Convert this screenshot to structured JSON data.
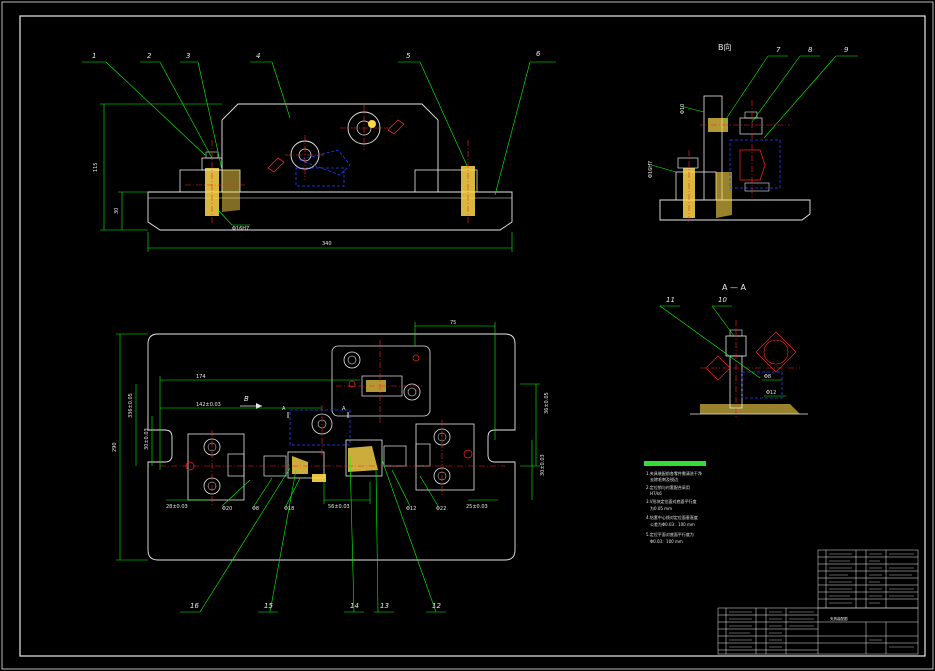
{
  "balloons": {
    "b1": "1",
    "b2": "2",
    "b3": "3",
    "b4": "4",
    "b5": "5",
    "b6": "6",
    "b7": "7",
    "b8": "8",
    "b9": "9",
    "b10": "10",
    "b11": "11",
    "b12": "12",
    "b13": "13",
    "b14": "14",
    "b15": "15",
    "b16": "16"
  },
  "views": {
    "b_view": "B向",
    "section_aa": "A — A",
    "section_mark": "A",
    "b_arrow": "B"
  },
  "dims": {
    "overall_length": "340",
    "height_total": "115",
    "height_base": "30",
    "top_width": "75",
    "dim_174": "174",
    "dim_142": "142±0.03",
    "width_290": "290",
    "dim_336": "336±0.05",
    "dim_30": "30±0.03",
    "dim_56": "56±0.03",
    "dim_25": "25±0.03",
    "dim_28": "28±0.03",
    "right_v": "36±0.05",
    "right_low": "30±0.03",
    "fit_left": "Φ16H7",
    "fit_a": "Φ20",
    "fit_b": "Φ10",
    "fit_c": "Φ8",
    "fit_d": "Φ12",
    "fit_e": "Φ18",
    "fit_f": "Φ22"
  },
  "notes": [
    "1.夹具装配前各零件需清洗干净",
    "去除毛刺及锐边",
    "2.定位销与衬套配合采用",
    "H7/k6",
    "3.V形块定位面对底面平行度",
    "为0.05 mm",
    "4.钻套中心线对定位面垂直度",
    "公差为Φ0.03：100 mm",
    "5.定位平面对底面平行度为",
    "Φ0.03：100 mm"
  ],
  "title_block": {
    "drawing_title": "夹具装配图"
  },
  "colors": {
    "outline": "#e8e8e8",
    "dimension": "#00ff00",
    "center": "#ff2222",
    "hidden": "#2244ff",
    "hatch": "#ffd84a",
    "note_bar": "#33dd33"
  }
}
